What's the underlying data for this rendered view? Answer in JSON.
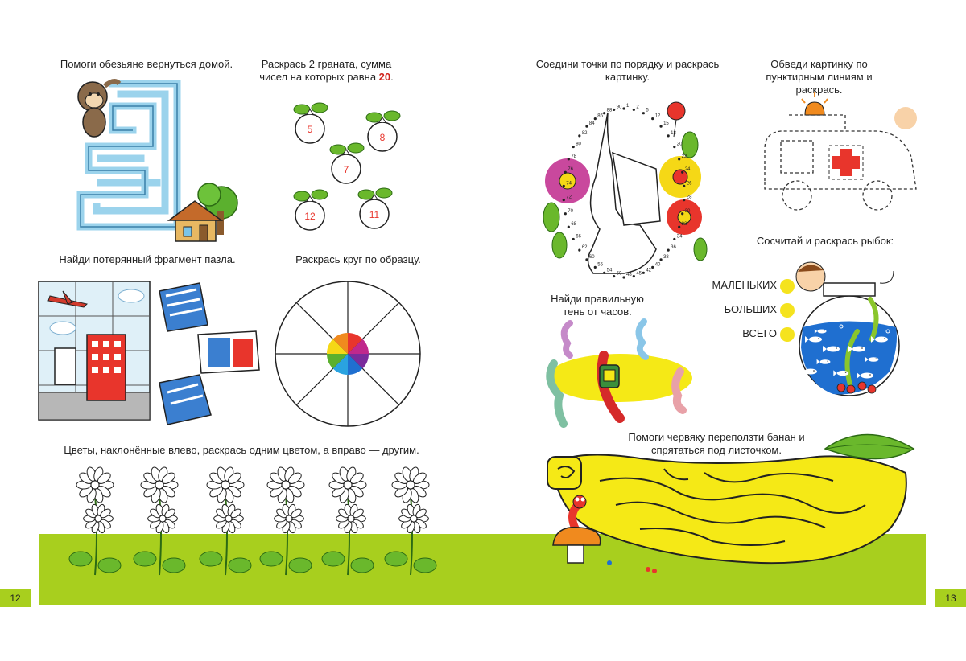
{
  "left_page": {
    "page_number": "12",
    "tasks": {
      "maze_monkey": "Помоги обезьяне вернуться домой.",
      "pomegranates_prefix": "Раскрась 2 граната, сумма чисел на которых равна ",
      "pomegranates_target": "20",
      "pomegranates_suffix": ".",
      "puzzle": "Найди потерянный фрагмент пазла.",
      "circle": "Раскрась круг по образцу.",
      "flowers": "Цветы, наклонённые влево, раскрась одним цветом, а вправо — другим."
    },
    "pomegranate_numbers": [
      "5",
      "8",
      "7",
      "12",
      "11"
    ]
  },
  "right_page": {
    "page_number": "13",
    "tasks": {
      "dots": "Соедини точки по порядку и раскрась картинку.",
      "trace": "Обведи картинку по пунктирным линиям и раскрась.",
      "fish": "Сосчитай и раскрась рыбок:",
      "shadow": "Найди правильную тень от часов.",
      "worm": "Помоги червяку переползти банан и спрятаться под листочком."
    },
    "fish_labels": [
      "МАЛЕНЬКИХ",
      "БОЛЬШИХ",
      "ВСЕГО"
    ],
    "dot_numbers": [
      "1",
      "2",
      "5",
      "12",
      "15",
      "18",
      "20",
      "22",
      "24",
      "26",
      "28",
      "30",
      "32",
      "34",
      "36",
      "38",
      "40",
      "42",
      "45",
      "48",
      "50",
      "54",
      "55",
      "60",
      "62",
      "66",
      "68",
      "70",
      "72",
      "74",
      "76",
      "78",
      "80",
      "82",
      "84",
      "86",
      "88",
      "90"
    ]
  },
  "colors": {
    "grass": "#a8cf1e",
    "maze": "#9bd3ec",
    "banana": "#f5e916",
    "accent_red": "#d0241c"
  }
}
